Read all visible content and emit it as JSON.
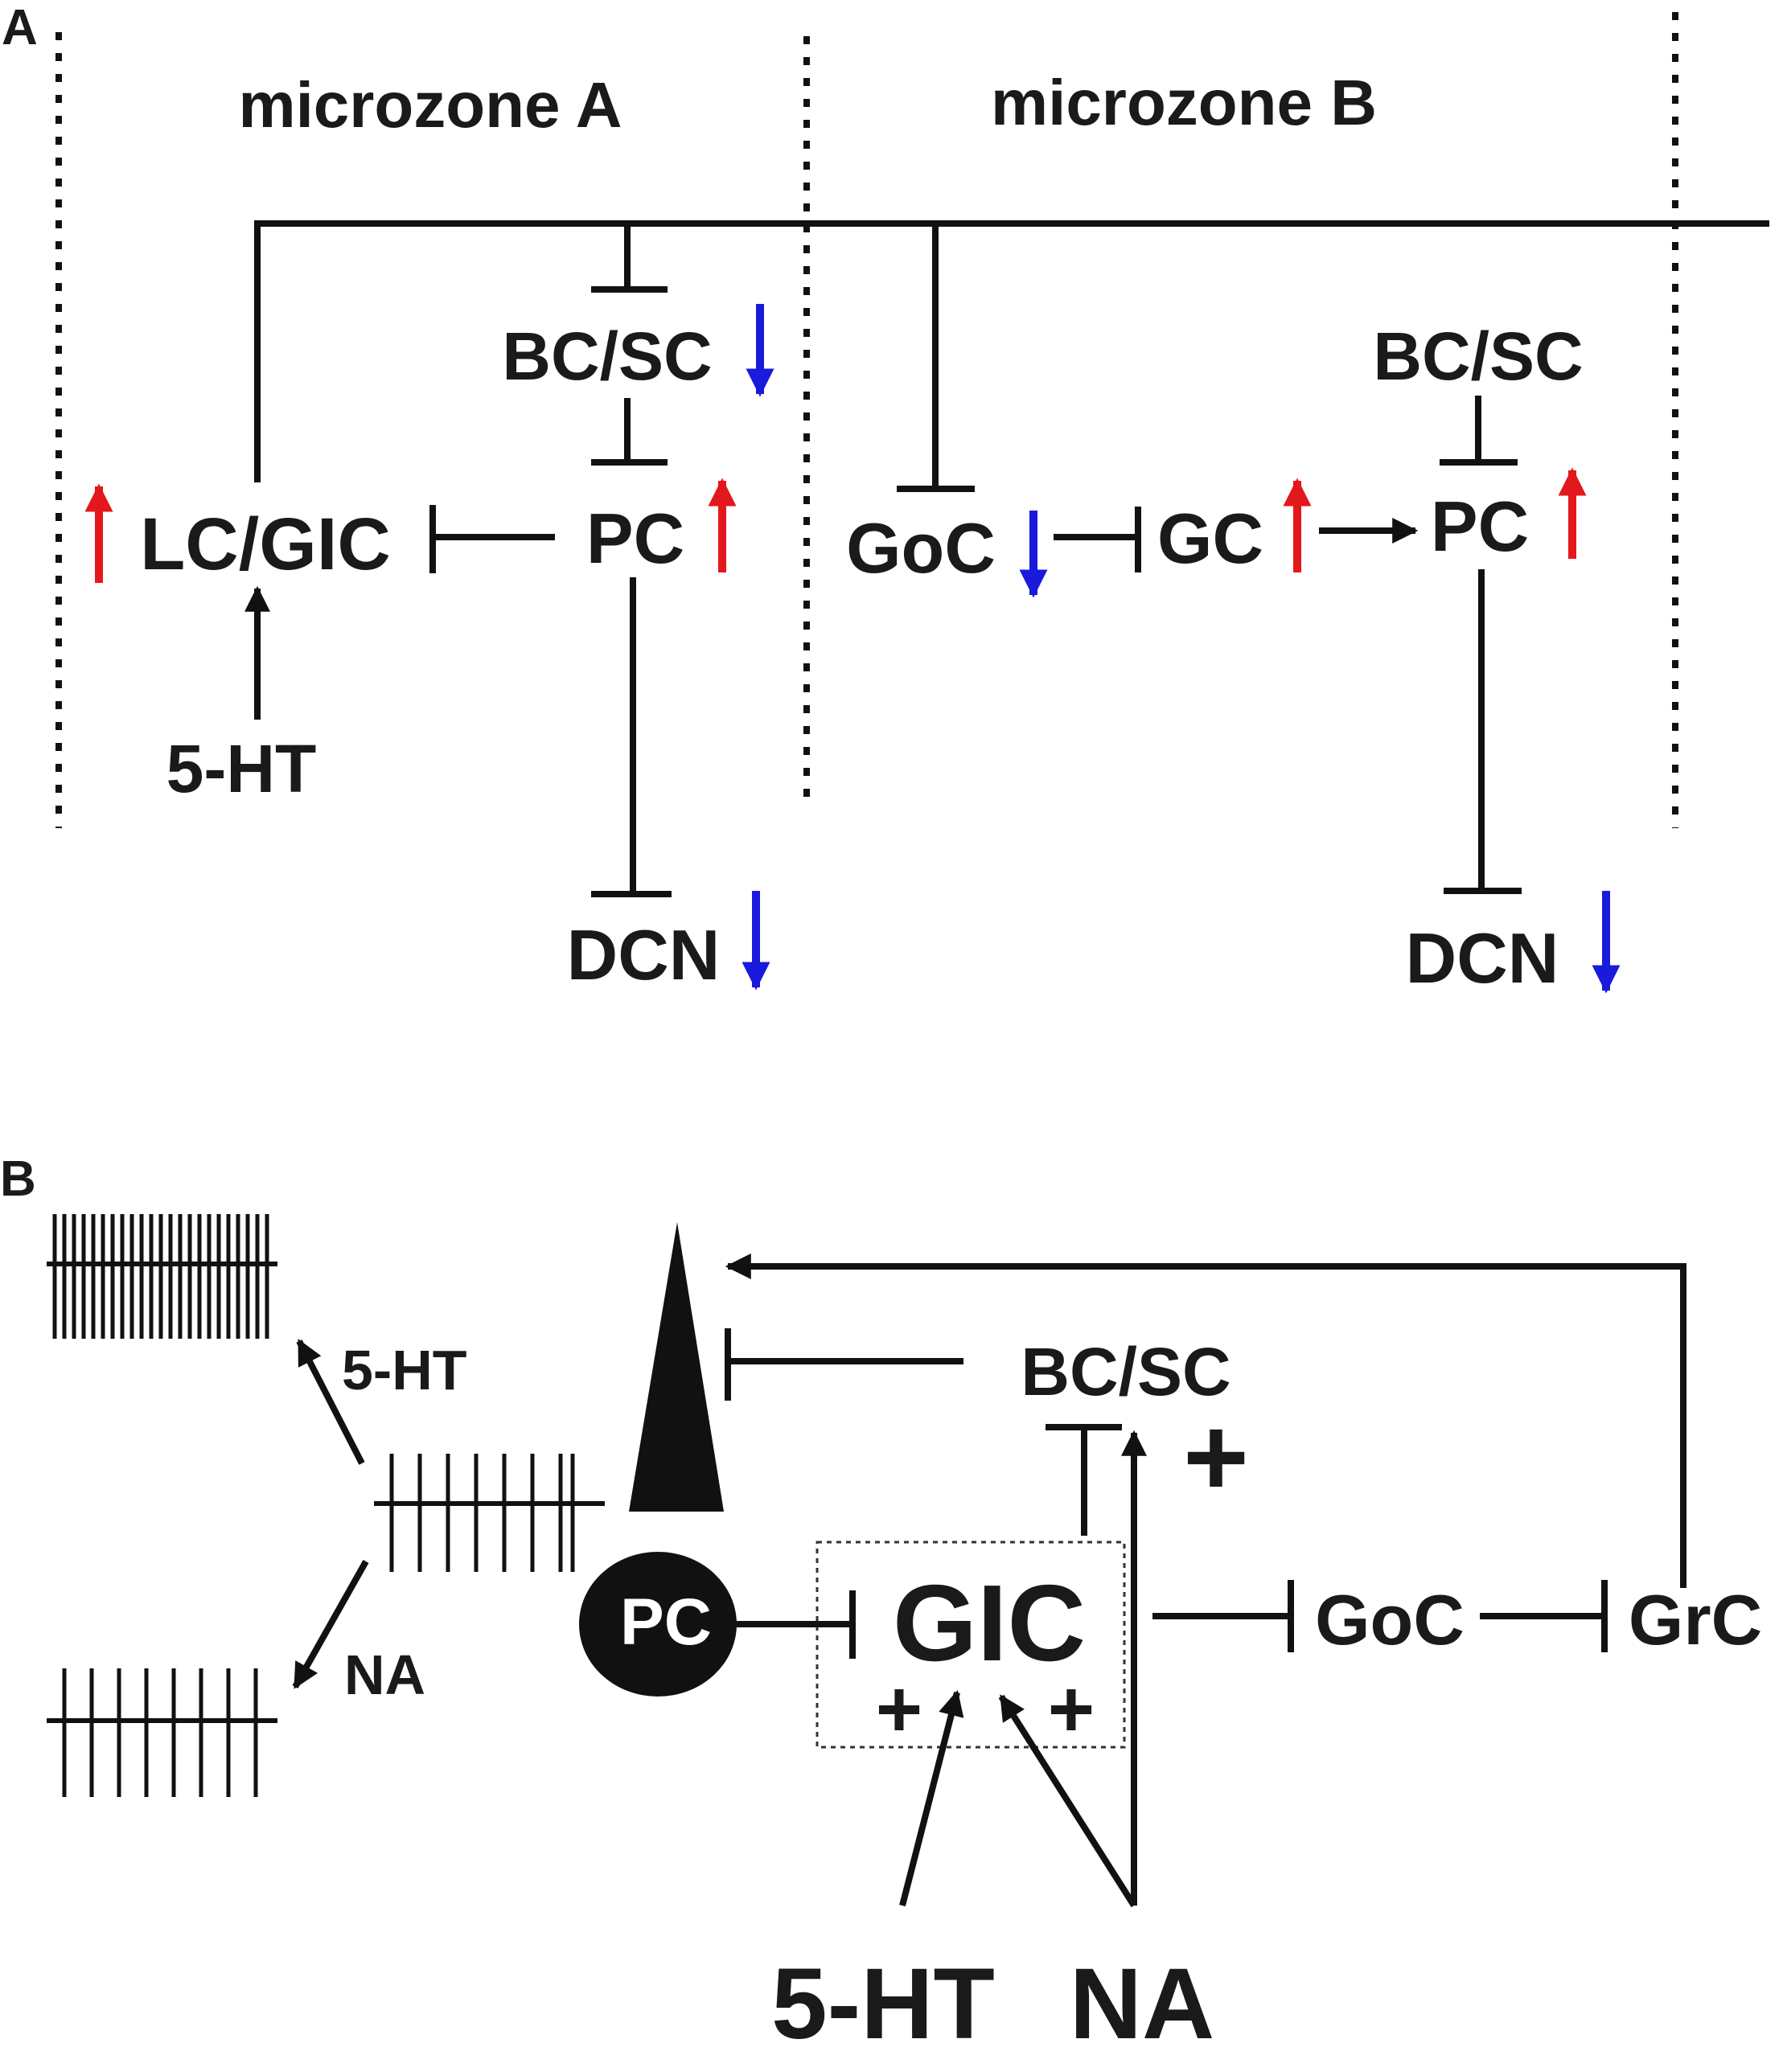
{
  "panelA": {
    "letter": "A",
    "zone_a_title": "microzone A",
    "zone_b_title": "microzone B",
    "bcsc_a": "BC/SC",
    "lcgic": "LC/GIC",
    "pc_a": "PC",
    "ht_a": "5-HT",
    "dcn_a": "DCN",
    "goc": "GoC",
    "gc": "GC",
    "pc_b": "PC",
    "bcsc_b": "BC/SC",
    "dcn_b": "DCN"
  },
  "panelB": {
    "letter": "B",
    "ht_small": "5-HT",
    "na_small": "NA",
    "bcsc": "BC/SC",
    "plus_big": "+",
    "pc": "PC",
    "gic": "GIC",
    "plus_left": "+",
    "plus_right": "+",
    "goc": "GoC",
    "grc": "GrC",
    "ht_bottom": "5-HT",
    "na_bottom": "NA"
  },
  "colors": {
    "increase_arrow": "#e3181c",
    "decrease_arrow": "#1a1adc",
    "gic_box_fill": "#e6e6e6"
  }
}
